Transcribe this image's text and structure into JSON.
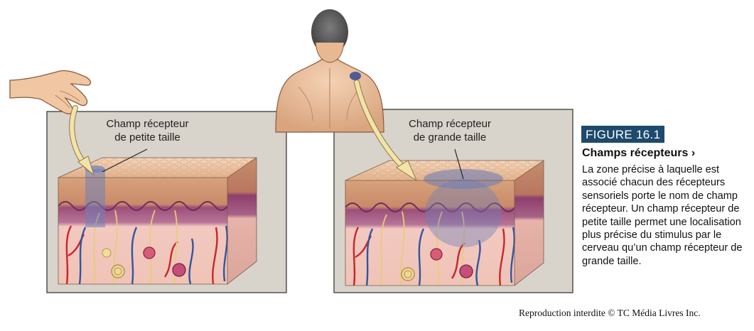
{
  "figure": {
    "badge": "FIGURE 16.1",
    "title": "Champs récepteurs ›",
    "body": "La zone précise à laquelle est associé chacun des récepteurs sensoriels porte le nom de champ récepteur. Un champ récepteur de petite taille permet une localisation plus précise du stimulus par le cerveau qu’un champ récepteur de grande taille."
  },
  "panels": {
    "left": {
      "label_line1": "Champ récepteur",
      "label_line2": "de petite taille"
    },
    "right": {
      "label_line1": "Champ récepteur",
      "label_line2": "de grande taille"
    }
  },
  "copyright": "Reproduction interdite © TC Média Livres Inc.",
  "colors": {
    "badge": "#1d4a6d",
    "receptive_field": "#6f7fb8",
    "epidermis": "#e8c0a0",
    "dermis": "#f1c8bf",
    "papillae": "#8b4a78",
    "artery": "#c8262c",
    "vein": "#2f56a0",
    "nerve": "#e9d489",
    "arrow": "#f4e3a8"
  }
}
